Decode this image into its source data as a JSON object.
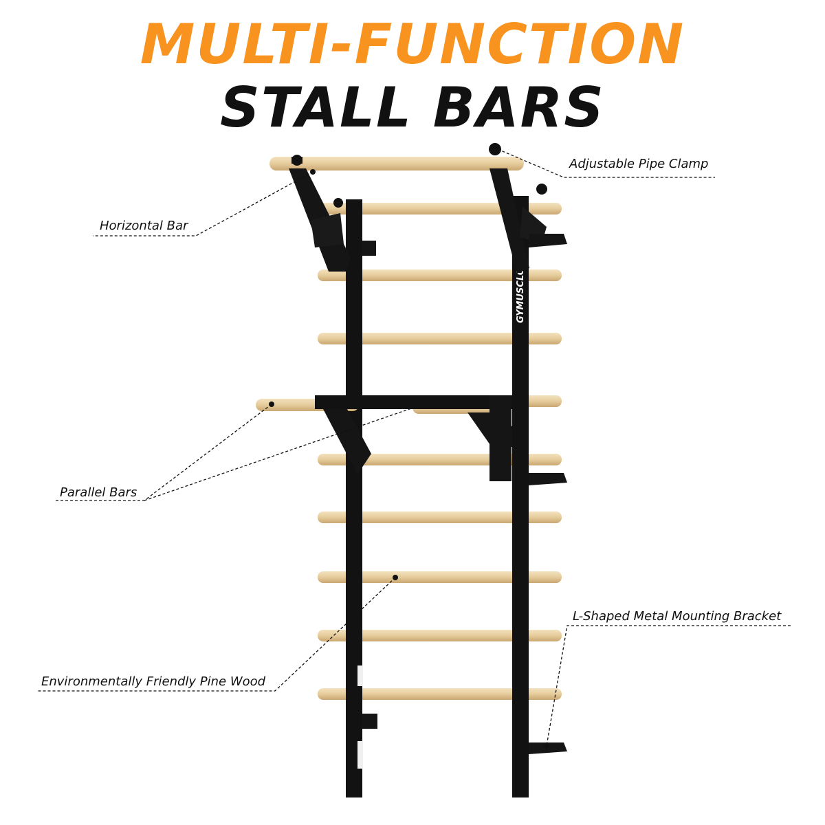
{
  "title": {
    "line1": "MULTI-FUNCTION",
    "line2": "STALL BARS"
  },
  "brand": "GYMUSCLO",
  "callouts": {
    "pipe_clamp": "Adjustable Pipe Clamp",
    "horizontal_bar": "Horizontal Bar",
    "parallel_bars": "Parallel Bars",
    "mounting_bracket": "L-Shaped Metal Mounting Bracket",
    "pine_wood": "Environmentally Friendly Pine Wood"
  },
  "colors": {
    "accent": "#F7931E",
    "frame": "#121212",
    "wood": "#E6CC9C"
  }
}
